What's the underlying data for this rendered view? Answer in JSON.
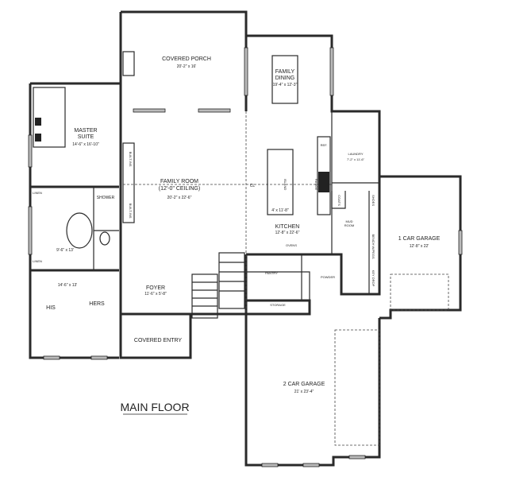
{
  "title": "MAIN FLOOR",
  "rooms": {
    "covered_porch": {
      "name": "COVERED PORCH",
      "dims": "20'-2\" x 16'"
    },
    "family_dining": {
      "name1": "FAMILY",
      "name2": "DINING",
      "dims": "19'-4\" x 12'-3\""
    },
    "master_suite": {
      "name1": "MASTER",
      "name2": "SUITE",
      "dims": "14'-6\" x 16'-10\""
    },
    "family_room": {
      "name": "FAMILY ROOM",
      "ceiling": "(12'-0\" CEILING)",
      "dims": "20'-2\" x 22'-6\""
    },
    "master_bath": {
      "shower": "SHOWER",
      "dims": "9'-6\" x 13'",
      "linen": "LINEN"
    },
    "closet": {
      "dims": "14'-6\" x 13'",
      "his": "HIS",
      "hers": "HERS"
    },
    "foyer": {
      "name": "FOYER",
      "dims": "11'-6\" x 5'-8\""
    },
    "covered_entry": {
      "name": "COVERED ENTRY"
    },
    "kitchen": {
      "name": "KITCHEN",
      "dims": "12'-8\" x 22'-6\"",
      "island": "ISLAND",
      "island_dims": "4' x 11'-8\"",
      "ref": "REF.",
      "range": "RANGE",
      "ovens": "OVENS"
    },
    "pantry": {
      "name": "PANTRY"
    },
    "powder": {
      "name": "POWDER"
    },
    "storage": {
      "name": "STORAGE"
    },
    "laundry": {
      "name": "LAUNDRY",
      "dims": "7'-2\" x 11'-6\""
    },
    "mud_room": {
      "name1": "MUD",
      "name2": "ROOM",
      "coats": "COATS",
      "shoes": "SHOES",
      "bench": "BENCH W/PEGS",
      "drop": "KEY DROP"
    },
    "one_car_garage": {
      "name": "1 CAR GARAGE",
      "dims": "12'-8\" x 22'"
    },
    "two_car_garage": {
      "name": "2 CAR GARAGE",
      "dims": "21' x 23'-4\""
    },
    "built_ins": "BUILT-INS",
    "centerline": "CL"
  }
}
